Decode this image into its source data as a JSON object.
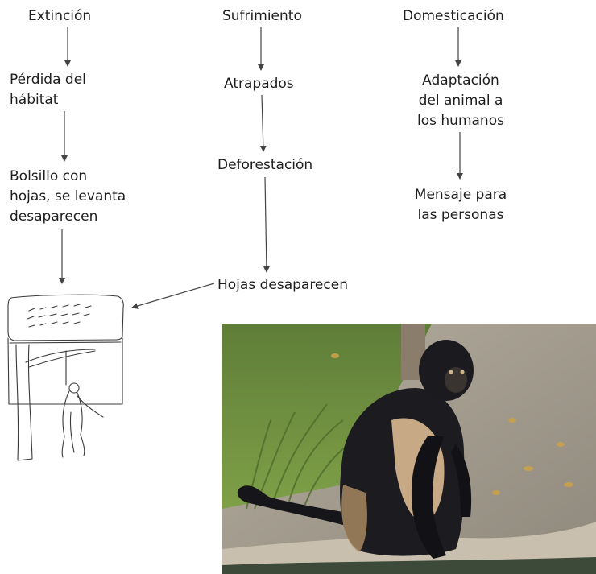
{
  "columns": {
    "extincion": {
      "header": "Extinción",
      "step1": [
        "Pérdida del",
        "hábitat"
      ],
      "step2": [
        "Bolsillo con",
        "hojas, se levanta",
        "desaparecen"
      ]
    },
    "sufrimiento": {
      "header": "Sufrimiento",
      "step1": "Atrapados",
      "step2": "Deforestación",
      "step3": "Hojas desaparecen"
    },
    "domesticacion": {
      "header": "Domesticación",
      "step1": [
        "Adaptación",
        "del animal a",
        "los humanos"
      ],
      "step2": [
        "Mensaje para",
        "las personas"
      ]
    }
  },
  "colors": {
    "text": "#1e1e1e",
    "arrow": "#444444",
    "sketch_ink": "#3a3a3a",
    "photo_grass": "#6f8e3e",
    "photo_path": "#a69e92",
    "monkey_fur": "#16161a",
    "monkey_belly": "#c7a985"
  },
  "images": {
    "sketch": "hand-drawn-box-with-leaves-and-hanging-monkey",
    "photo": "spider-monkey-photo"
  }
}
